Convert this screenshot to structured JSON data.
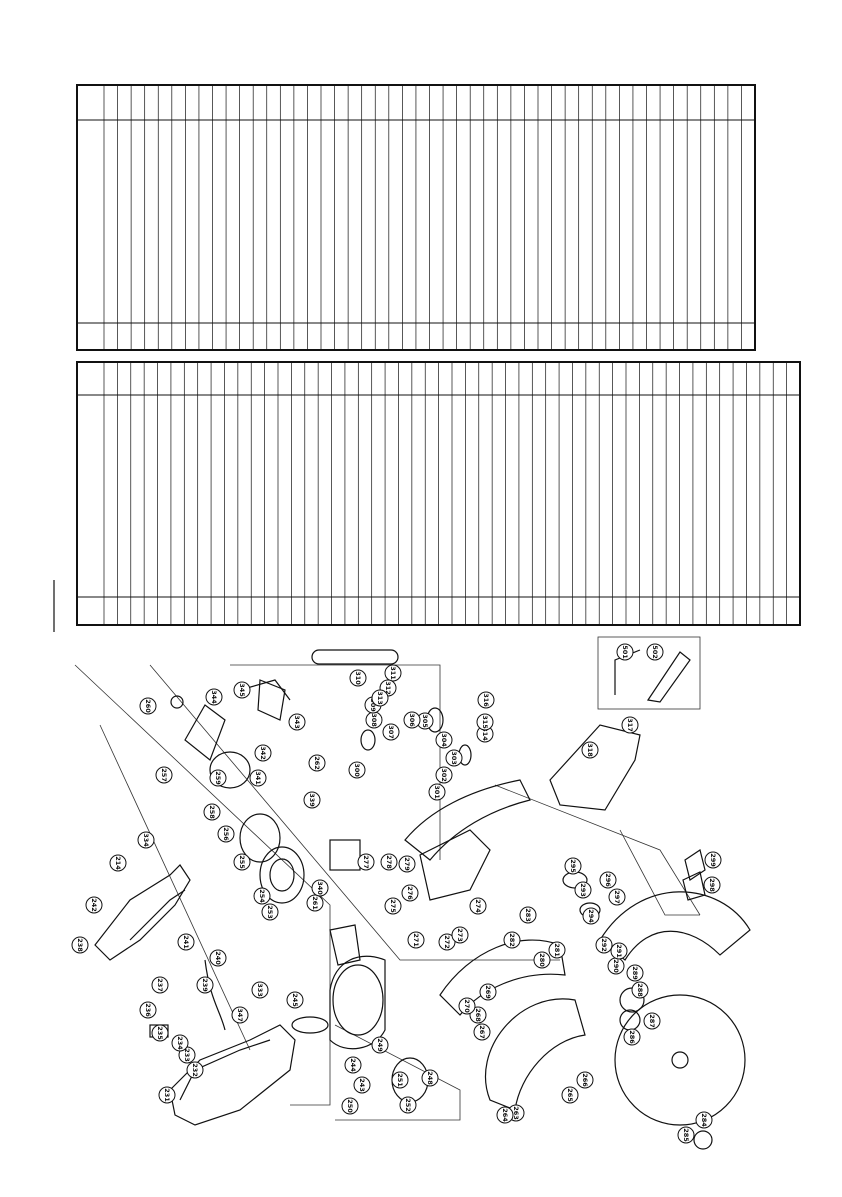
{
  "tables": {
    "upper": {
      "columns": 48
    },
    "lower": {
      "columns": 52
    }
  },
  "callouts": [
    {
      "label": "231"
    },
    {
      "label": "232"
    },
    {
      "label": "233"
    },
    {
      "label": "234"
    },
    {
      "label": "235"
    },
    {
      "label": "236"
    },
    {
      "label": "237"
    },
    {
      "label": "238"
    },
    {
      "label": "239"
    },
    {
      "label": "240"
    },
    {
      "label": "241"
    },
    {
      "label": "242"
    },
    {
      "label": "214"
    },
    {
      "label": "334"
    },
    {
      "label": "333"
    },
    {
      "label": "347"
    },
    {
      "label": "245"
    },
    {
      "label": "244"
    },
    {
      "label": "243"
    },
    {
      "label": "250"
    },
    {
      "label": "249"
    },
    {
      "label": "251"
    },
    {
      "label": "248"
    },
    {
      "label": "252"
    },
    {
      "label": "253"
    },
    {
      "label": "254"
    },
    {
      "label": "255"
    },
    {
      "label": "256"
    },
    {
      "label": "257"
    },
    {
      "label": "258"
    },
    {
      "label": "259"
    },
    {
      "label": "260"
    },
    {
      "label": "261"
    },
    {
      "label": "340"
    },
    {
      "label": "341"
    },
    {
      "label": "342"
    },
    {
      "label": "343"
    },
    {
      "label": "344"
    },
    {
      "label": "345"
    },
    {
      "label": "339"
    },
    {
      "label": "262"
    },
    {
      "label": "263"
    },
    {
      "label": "264"
    },
    {
      "label": "265"
    },
    {
      "label": "266"
    },
    {
      "label": "267"
    },
    {
      "label": "268"
    },
    {
      "label": "269"
    },
    {
      "label": "270"
    },
    {
      "label": "271"
    },
    {
      "label": "272"
    },
    {
      "label": "273"
    },
    {
      "label": "274"
    },
    {
      "label": "275"
    },
    {
      "label": "276"
    },
    {
      "label": "277"
    },
    {
      "label": "278"
    },
    {
      "label": "279"
    },
    {
      "label": "280"
    },
    {
      "label": "281"
    },
    {
      "label": "282"
    },
    {
      "label": "283"
    },
    {
      "label": "284"
    },
    {
      "label": "285"
    },
    {
      "label": "286"
    },
    {
      "label": "287"
    },
    {
      "label": "288"
    },
    {
      "label": "289"
    },
    {
      "label": "290"
    },
    {
      "label": "291"
    },
    {
      "label": "292"
    },
    {
      "label": "293"
    },
    {
      "label": "294"
    },
    {
      "label": "295"
    },
    {
      "label": "296"
    },
    {
      "label": "297"
    },
    {
      "label": "298"
    },
    {
      "label": "299"
    },
    {
      "label": "300"
    },
    {
      "label": "301"
    },
    {
      "label": "302"
    },
    {
      "label": "303"
    },
    {
      "label": "304"
    },
    {
      "label": "305"
    },
    {
      "label": "306"
    },
    {
      "label": "307"
    },
    {
      "label": "308"
    },
    {
      "label": "309"
    },
    {
      "label": "310"
    },
    {
      "label": "311"
    },
    {
      "label": "312"
    },
    {
      "label": "313"
    },
    {
      "label": "314"
    },
    {
      "label": "315"
    },
    {
      "label": "316"
    },
    {
      "label": "317"
    },
    {
      "label": "318"
    },
    {
      "label": "501"
    },
    {
      "label": "502"
    }
  ]
}
